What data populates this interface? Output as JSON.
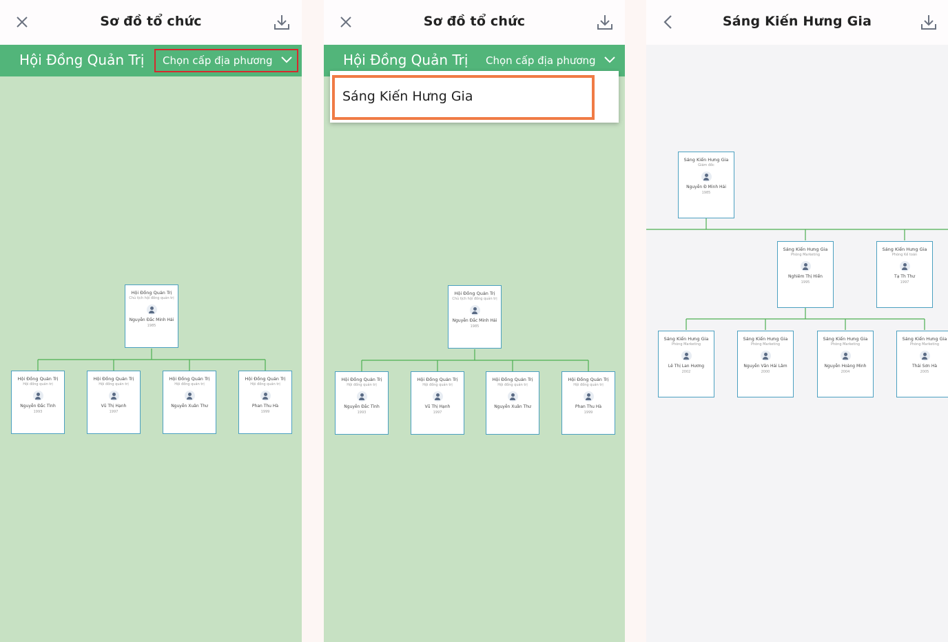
{
  "panel1": {
    "header_title": "Sơ đồ tổ chức",
    "green_title": "Hội Đồng Quản Trị",
    "select_label": "Chọn cấp địa phương",
    "root": {
      "org": "Hội Đồng Quản Trị",
      "role": "Chủ tịch hội đồng quản trị",
      "name": "Nguyễn Đắc Minh Hải",
      "year": "1985"
    },
    "children": [
      {
        "org": "Hội Đồng Quản Trị",
        "role": "Hội đồng quản trị",
        "name": "Nguyễn Đắc Tình",
        "year": "1993"
      },
      {
        "org": "Hội Đồng Quản Trị",
        "role": "Hội đồng quản trị",
        "name": "Vũ Thị Hạnh",
        "year": "1997"
      },
      {
        "org": "Hội Đồng Quản Trị",
        "role": "Hội đồng quản trị",
        "name": "Nguyễn Xuân Thư",
        "year": ""
      },
      {
        "org": "Hội Đồng Quản Trị",
        "role": "Hội đồng quản trị",
        "name": "Phan Thu Hà",
        "year": "1999"
      }
    ]
  },
  "panel2": {
    "header_title": "Sơ đồ tổ chức",
    "green_title": "Hội Đồng Quản Trị",
    "select_label": "Chọn cấp địa phương",
    "dropdown_option": "Sáng Kiến Hưng Gia",
    "root": {
      "org": "Hội Đồng Quản Trị",
      "role": "Chủ tịch hội đồng quản trị",
      "name": "Nguyễn Đắc Minh Hải",
      "year": "1985"
    },
    "children": [
      {
        "org": "Hội Đồng Quản Trị",
        "role": "Hội đồng quản trị",
        "name": "Nguyễn Đắc Tình",
        "year": "1993"
      },
      {
        "org": "Hội Đồng Quản Trị",
        "role": "Hội đồng quản trị",
        "name": "Vũ Thị Hạnh",
        "year": "1997"
      },
      {
        "org": "Hội Đồng Quản Trị",
        "role": "Hội đồng quản trị",
        "name": "Nguyễn Xuân Thư",
        "year": ""
      },
      {
        "org": "Hội Đồng Quản Trị",
        "role": "Hội đồng quản trị",
        "name": "Phan Thu Hà",
        "year": "1999"
      }
    ]
  },
  "panel3": {
    "header_title": "Sáng Kiến Hưng Gia",
    "root": {
      "org": "Sáng Kiến Hưng Gia",
      "role": "Giám đốc",
      "name": "Nguyễn Đ Minh Hải",
      "year": "1985"
    },
    "level2": [
      {
        "org": "Sáng Kiến Hưng Gia",
        "role": "Phòng Marketing",
        "name": "Nghiêm Thị Hiền",
        "year": "1995"
      },
      {
        "org": "Sáng Kiến Hưng Gia",
        "role": "Phòng Kế toán",
        "name": "Tạ Th Thư",
        "year": "1997"
      }
    ],
    "level3": [
      {
        "org": "Sáng Kiến Hưng Gia",
        "role": "Phòng Marketing",
        "name": "Lê Thị Lan Hương",
        "year": "2002"
      },
      {
        "org": "Sáng Kiến Hưng Gia",
        "role": "Phòng Marketing",
        "name": "Nguyễn Văn Hải Lâm",
        "year": "2000"
      },
      {
        "org": "Sáng Kiến Hưng Gia",
        "role": "Phòng Marketing",
        "name": "Nguyễn Hoàng Minh",
        "year": "2004"
      },
      {
        "org": "Sáng Kiến Hưng Gia",
        "role": "Phòng Marketing",
        "name": "Thái Sơn Hà",
        "year": "2005"
      }
    ]
  },
  "colors": {
    "accent_green": "#52b57a",
    "canvas_green": "#c7e1c3",
    "node_border": "#4a9fc0",
    "connector": "#4caf50",
    "highlight_red": "#d8282d",
    "highlight_orange": "#f07b45"
  }
}
